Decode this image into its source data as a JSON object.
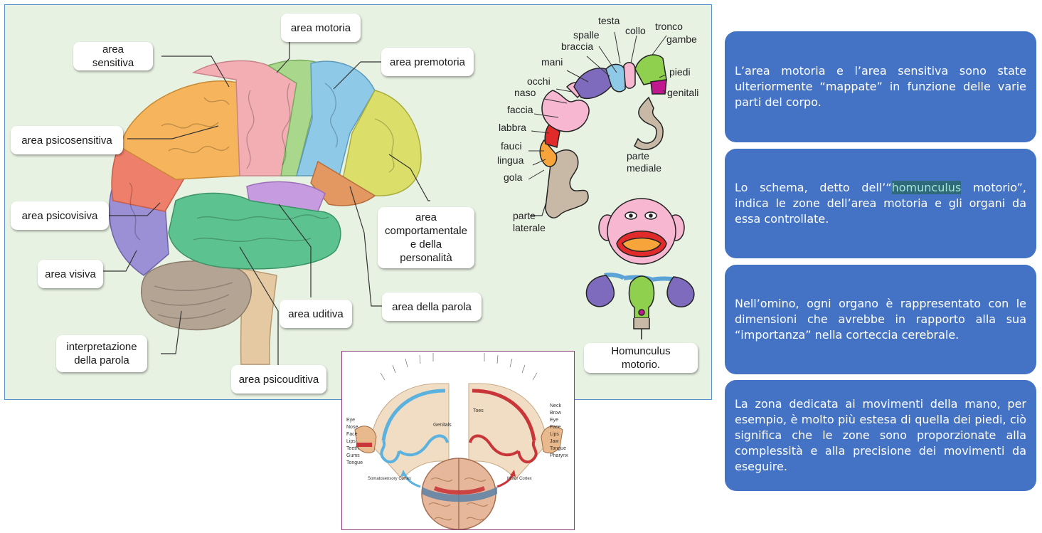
{
  "brain_labels": {
    "motoria": "area motoria",
    "sensitiva": "area sensitiva",
    "premotoria": "area premotoria",
    "psicosensitiva": "area psicosensitiva",
    "psicovisiva": "area psicovisiva",
    "visiva": "area visiva",
    "interpretazione_1": "interpretazione",
    "interpretazione_2": "della parola",
    "comportamentale_1": "area",
    "comportamentale_2": "comportamentale",
    "comportamentale_3": "e della personalità",
    "uditiva": "area uditiva",
    "parola": "area della parola",
    "psicouditiva": "area psicouditiva"
  },
  "homunculus": {
    "labels": {
      "testa": "testa",
      "collo": "collo",
      "tronco": "tronco",
      "gambe": "gambe",
      "spalle": "spalle",
      "braccia": "braccia",
      "mani": "mani",
      "occhi": "occhi",
      "naso": "naso",
      "faccia": "faccia",
      "labbra": "labbra",
      "fauci": "fauci",
      "lingua": "lingua",
      "gola": "gola",
      "piedi": "piedi",
      "genitali": "genitali",
      "parte_mediale_1": "parte",
      "parte_mediale_2": "mediale",
      "parte_laterale_1": "parte",
      "parte_laterale_2": "laterale"
    },
    "caption": "Homunculus motorio."
  },
  "inset": {
    "left_caption": "Somatosensory Cortex",
    "right_caption": "Motor Cortex",
    "genitals": "Genitals",
    "toes": "Toes",
    "left_parts": [
      "Eye",
      "Nose",
      "Face",
      "Lips",
      "Teeth",
      "Gums",
      "Tongue"
    ],
    "right_parts": [
      "Neck",
      "Brow",
      "Eye",
      "Face",
      "Lips",
      "Jaw",
      "Tongue",
      "Pharynx"
    ]
  },
  "cards": {
    "card1": "L’area motoria e l’area sensitiva sono state ulteriormente “mappate” in funzione delle varie parti del corpo.",
    "card2_before": "Lo schema, detto dell’“",
    "card2_highlight": "homunculus",
    "card2_after": " motorio”, indica le zone dell’area motoria e gli organi da essa controllate.",
    "card3": "Nell’omino, ogni organo è rappresentato con le dimensioni che avrebbe in rapporto alla sua “importanza” nella corteccia cerebrale.",
    "card4": "La zona dedicata ai movimenti della mano, per esempio, è molto più estesa di quella dei piedi, ciò significa che le zone sono proporzionate alla complessità e alla precisione dei movimenti da eseguire."
  },
  "colors": {
    "card_bg": "#4472c4",
    "figure_bg": "#e8f2e3",
    "figure_border": "#5b8fc9",
    "inset_border": "#8b3c78",
    "highlight_bg": "#2f6a7c",
    "highlight_text": "#a6e3d1"
  }
}
